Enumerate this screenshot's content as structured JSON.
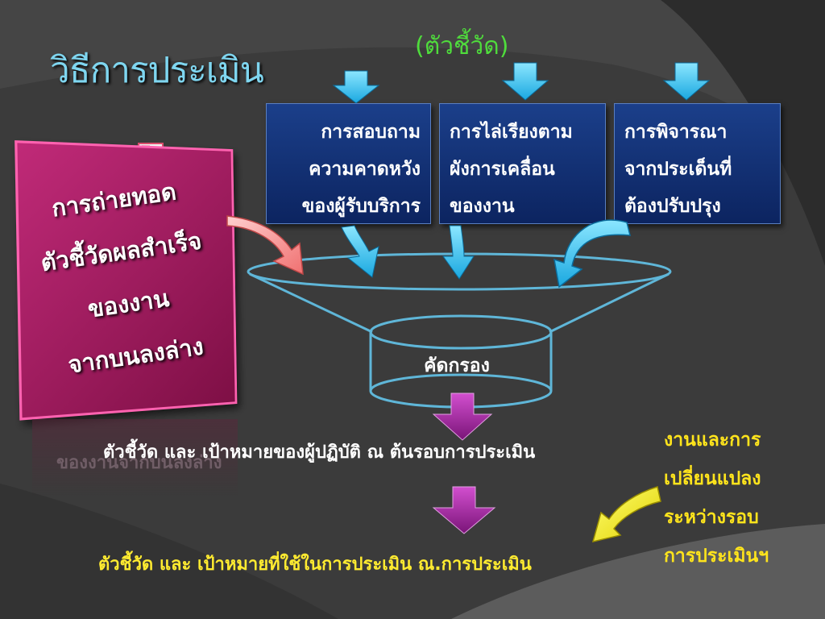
{
  "slide": {
    "title": "วิธีการประเมิน",
    "subtitle": "(ตัวชี้วัด)",
    "boxes": [
      {
        "lines": [
          "การสอบถาม",
          "ความคาดหวัง",
          "ของผู้รับบริการ"
        ]
      },
      {
        "lines": [
          "การไล่เรียงตาม",
          "ผังการเคลื่อน",
          "ของงาน"
        ]
      },
      {
        "lines": [
          "การพิจารณา",
          "จากประเด็นที่",
          "ต้องปรับปรุง"
        ]
      }
    ],
    "pink_box": {
      "lines": [
        "การถ่ายทอด",
        "ตัวชี้วัดผลสำเร็จ",
        "ของงาน",
        "จากบนลงล่าง"
      ]
    },
    "reflection_text": "ของงานจากบนลงล่าง",
    "filter_label": "คัดกรอง",
    "line1": "ตัวชี้วัด และ เป้าหมายของผู้ปฏิบัติ ณ ต้นรอบการประเมิน",
    "line2": "ตัวชี้วัด และ เป้าหมายที่ใช้ในการประเมิน ณ.การประเมิน",
    "side_note": [
      "งานและการ",
      "เปลี่ยนแปลง",
      "ระหว่างรอบ",
      "การประเมินฯ"
    ]
  },
  "colors": {
    "title": "#7fd6f0",
    "subtitle": "#4fdc3c",
    "box_fill": "#0c2460",
    "pink": "#c02a78",
    "cyan_arrow": "#3cc8f0",
    "purple_arrow": "#a0279c",
    "yellow": "#ffe41c"
  },
  "icons": [
    "down-arrow-cyan",
    "curved-arrow-cyan",
    "curved-arrow-pink",
    "down-arrow-purple",
    "curved-arrow-yellow",
    "down-arrow-white-outline"
  ]
}
